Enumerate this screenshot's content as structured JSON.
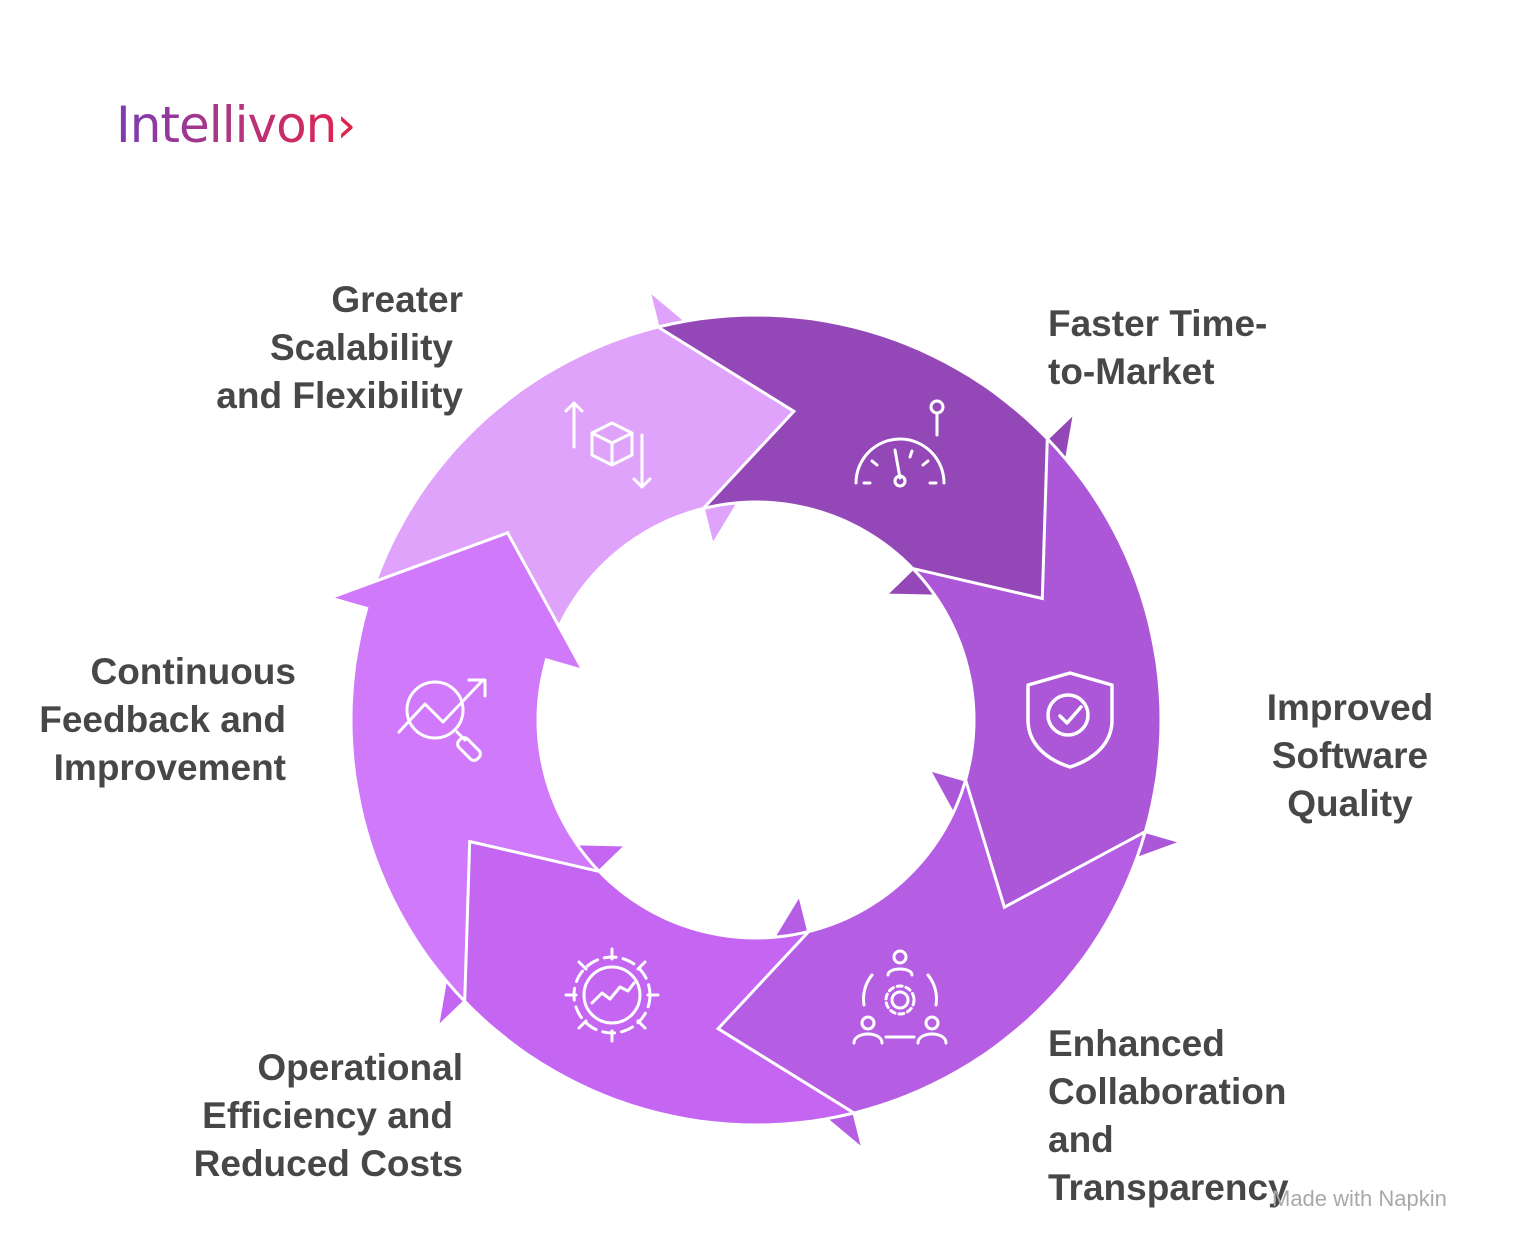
{
  "logo": {
    "text": "Intellivon",
    "chevron": "›"
  },
  "cycle": [
    {
      "label": "Greater Scalability and Flexibility",
      "lines": [
        "Greater",
        "Scalability",
        "and Flexibility"
      ],
      "color": "#e0a3fc",
      "icon": "scale-box-arrows-icon"
    },
    {
      "label": "Faster Time-to-Market",
      "lines": [
        "Faster Time-",
        "to-Market"
      ],
      "color": "#9448b8",
      "icon": "speedometer-icon"
    },
    {
      "label": "Improved Software Quality",
      "lines": [
        "Improved",
        "Software",
        "Quality"
      ],
      "color": "#ab57d8",
      "icon": "shield-check-icon"
    },
    {
      "label": "Enhanced Collaboration and Transparency",
      "lines": [
        "Enhanced",
        "Collaboration",
        "and",
        "Transparency"
      ],
      "color": "#b55ee4",
      "icon": "team-gear-icon"
    },
    {
      "label": "Operational Efficiency and Reduced Costs",
      "lines": [
        "Operational",
        "Efficiency and",
        "Reduced Costs"
      ],
      "color": "#c466f2",
      "icon": "gear-chart-icon"
    },
    {
      "label": "Continuous Feedback and Improvement",
      "lines": [
        "Continuous",
        "Feedback and",
        "Improvement"
      ],
      "color": "#d079fb",
      "icon": "search-trend-icon"
    }
  ],
  "watermark": "Made with Napkin"
}
